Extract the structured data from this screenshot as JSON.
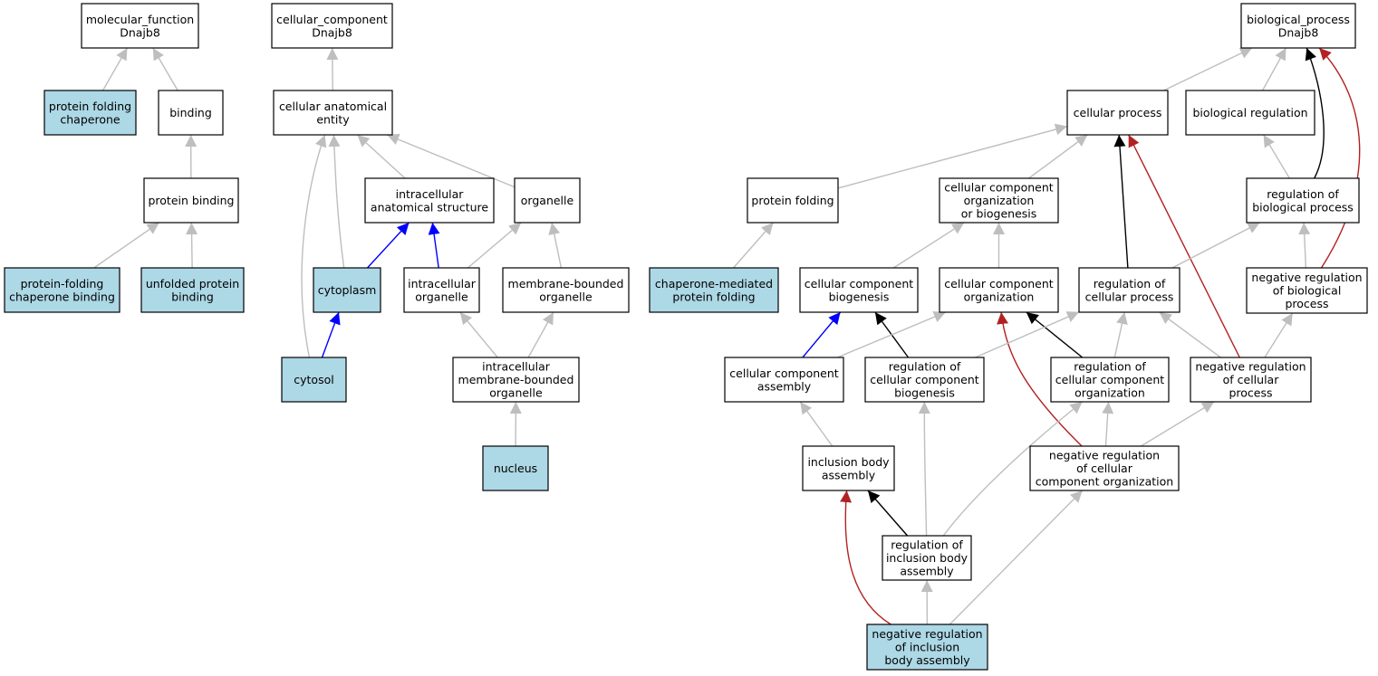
{
  "colors": {
    "annotated_fill": "#add8e6",
    "plain_fill": "#ffffff",
    "is_a_edge": "#bebebe",
    "part_of_edge": "#0000ff",
    "regulates_edge": "#000000",
    "negatively_regulates_edge": "#b22222"
  },
  "nodes": [
    {
      "id": "mf_root",
      "lines": [
        "molecular_function",
        "Dnajb8"
      ],
      "annotated": false
    },
    {
      "id": "cc_root",
      "lines": [
        "cellular_component",
        "Dnajb8"
      ],
      "annotated": false
    },
    {
      "id": "bp_root",
      "lines": [
        "biological_process",
        "Dnajb8"
      ],
      "annotated": false
    },
    {
      "id": "protein_folding_chaperone",
      "lines": [
        "protein folding",
        "chaperone"
      ],
      "annotated": true
    },
    {
      "id": "binding",
      "lines": [
        "binding"
      ],
      "annotated": false
    },
    {
      "id": "protein_binding",
      "lines": [
        "protein binding"
      ],
      "annotated": false
    },
    {
      "id": "protein_folding_chaperone_binding",
      "lines": [
        "protein-folding",
        "chaperone binding"
      ],
      "annotated": true
    },
    {
      "id": "unfolded_protein_binding",
      "lines": [
        "unfolded protein",
        "binding"
      ],
      "annotated": true
    },
    {
      "id": "cellular_anatomical_entity",
      "lines": [
        "cellular anatomical",
        "entity"
      ],
      "annotated": false
    },
    {
      "id": "intracellular_anatomical_structure",
      "lines": [
        "intracellular",
        "anatomical structure"
      ],
      "annotated": false
    },
    {
      "id": "organelle",
      "lines": [
        "organelle"
      ],
      "annotated": false
    },
    {
      "id": "cytoplasm",
      "lines": [
        "cytoplasm"
      ],
      "annotated": true
    },
    {
      "id": "intracellular_organelle",
      "lines": [
        "intracellular",
        "organelle"
      ],
      "annotated": false
    },
    {
      "id": "membrane_bounded_organelle",
      "lines": [
        "membrane-bounded",
        "organelle"
      ],
      "annotated": false
    },
    {
      "id": "cytosol",
      "lines": [
        "cytosol"
      ],
      "annotated": true
    },
    {
      "id": "intracellular_membrane_bounded_organelle",
      "lines": [
        "intracellular",
        "membrane-bounded",
        "organelle"
      ],
      "annotated": false
    },
    {
      "id": "nucleus",
      "lines": [
        "nucleus"
      ],
      "annotated": true
    },
    {
      "id": "cellular_process",
      "lines": [
        "cellular process"
      ],
      "annotated": false
    },
    {
      "id": "biological_regulation",
      "lines": [
        "biological regulation"
      ],
      "annotated": false
    },
    {
      "id": "protein_folding",
      "lines": [
        "protein folding"
      ],
      "annotated": false
    },
    {
      "id": "cc_org_or_biogenesis",
      "lines": [
        "cellular component",
        "organization",
        "or biogenesis"
      ],
      "annotated": false
    },
    {
      "id": "regulation_of_biological_process",
      "lines": [
        "regulation of",
        "biological process"
      ],
      "annotated": false
    },
    {
      "id": "chaperone_mediated_protein_folding",
      "lines": [
        "chaperone-mediated",
        "protein folding"
      ],
      "annotated": true
    },
    {
      "id": "cc_biogenesis",
      "lines": [
        "cellular component",
        "biogenesis"
      ],
      "annotated": false
    },
    {
      "id": "cc_organization",
      "lines": [
        "cellular component",
        "organization"
      ],
      "annotated": false
    },
    {
      "id": "regulation_of_cellular_process",
      "lines": [
        "regulation of",
        "cellular process"
      ],
      "annotated": false
    },
    {
      "id": "neg_reg_biological_process",
      "lines": [
        "negative regulation",
        "of biological",
        "process"
      ],
      "annotated": false
    },
    {
      "id": "cc_assembly",
      "lines": [
        "cellular component",
        "assembly"
      ],
      "annotated": false
    },
    {
      "id": "reg_cc_biogenesis",
      "lines": [
        "regulation of",
        "cellular component",
        "biogenesis"
      ],
      "annotated": false
    },
    {
      "id": "reg_cc_organization",
      "lines": [
        "regulation of",
        "cellular component",
        "organization"
      ],
      "annotated": false
    },
    {
      "id": "neg_reg_cellular_process",
      "lines": [
        "negative regulation",
        "of cellular",
        "process"
      ],
      "annotated": false
    },
    {
      "id": "inclusion_body_assembly",
      "lines": [
        "inclusion body",
        "assembly"
      ],
      "annotated": false
    },
    {
      "id": "neg_reg_cc_organization",
      "lines": [
        "negative regulation",
        "of cellular",
        "component organization"
      ],
      "annotated": false
    },
    {
      "id": "reg_inclusion_body_assembly",
      "lines": [
        "regulation of",
        "inclusion body",
        "assembly"
      ],
      "annotated": false
    },
    {
      "id": "neg_reg_inclusion_body_assembly",
      "lines": [
        "negative regulation",
        "of inclusion",
        "body assembly"
      ],
      "annotated": true
    }
  ],
  "edges": [
    {
      "from": "protein_folding_chaperone",
      "to": "mf_root",
      "type": "is_a"
    },
    {
      "from": "binding",
      "to": "mf_root",
      "type": "is_a"
    },
    {
      "from": "protein_binding",
      "to": "binding",
      "type": "is_a"
    },
    {
      "from": "protein_folding_chaperone_binding",
      "to": "protein_binding",
      "type": "is_a"
    },
    {
      "from": "unfolded_protein_binding",
      "to": "protein_binding",
      "type": "is_a"
    },
    {
      "from": "cellular_anatomical_entity",
      "to": "cc_root",
      "type": "is_a"
    },
    {
      "from": "intracellular_anatomical_structure",
      "to": "cellular_anatomical_entity",
      "type": "is_a"
    },
    {
      "from": "organelle",
      "to": "cellular_anatomical_entity",
      "type": "is_a"
    },
    {
      "from": "cytoplasm",
      "to": "cellular_anatomical_entity",
      "type": "is_a"
    },
    {
      "from": "cytosol",
      "to": "cellular_anatomical_entity",
      "type": "is_a"
    },
    {
      "from": "cytoplasm",
      "to": "intracellular_anatomical_structure",
      "type": "part_of"
    },
    {
      "from": "intracellular_organelle",
      "to": "intracellular_anatomical_structure",
      "type": "part_of"
    },
    {
      "from": "intracellular_organelle",
      "to": "organelle",
      "type": "is_a"
    },
    {
      "from": "membrane_bounded_organelle",
      "to": "organelle",
      "type": "is_a"
    },
    {
      "from": "cytosol",
      "to": "cytoplasm",
      "type": "part_of"
    },
    {
      "from": "intracellular_membrane_bounded_organelle",
      "to": "intracellular_organelle",
      "type": "is_a"
    },
    {
      "from": "intracellular_membrane_bounded_organelle",
      "to": "membrane_bounded_organelle",
      "type": "is_a"
    },
    {
      "from": "nucleus",
      "to": "intracellular_membrane_bounded_organelle",
      "type": "is_a"
    },
    {
      "from": "cellular_process",
      "to": "bp_root",
      "type": "is_a"
    },
    {
      "from": "biological_regulation",
      "to": "bp_root",
      "type": "is_a"
    },
    {
      "from": "regulation_of_biological_process",
      "to": "bp_root",
      "type": "regulates"
    },
    {
      "from": "neg_reg_biological_process",
      "to": "bp_root",
      "type": "negatively_regulates"
    },
    {
      "from": "protein_folding",
      "to": "cellular_process",
      "type": "is_a"
    },
    {
      "from": "cc_org_or_biogenesis",
      "to": "cellular_process",
      "type": "is_a"
    },
    {
      "from": "regulation_of_cellular_process",
      "to": "cellular_process",
      "type": "regulates"
    },
    {
      "from": "neg_reg_cellular_process",
      "to": "cellular_process",
      "type": "negatively_regulates"
    },
    {
      "from": "regulation_of_biological_process",
      "to": "biological_regulation",
      "type": "is_a"
    },
    {
      "from": "chaperone_mediated_protein_folding",
      "to": "protein_folding",
      "type": "is_a"
    },
    {
      "from": "cc_biogenesis",
      "to": "cc_org_or_biogenesis",
      "type": "is_a"
    },
    {
      "from": "cc_organization",
      "to": "cc_org_or_biogenesis",
      "type": "is_a"
    },
    {
      "from": "regulation_of_cellular_process",
      "to": "regulation_of_biological_process",
      "type": "is_a"
    },
    {
      "from": "neg_reg_biological_process",
      "to": "regulation_of_biological_process",
      "type": "is_a"
    },
    {
      "from": "cc_assembly",
      "to": "cc_biogenesis",
      "type": "part_of"
    },
    {
      "from": "reg_cc_biogenesis",
      "to": "cc_biogenesis",
      "type": "regulates"
    },
    {
      "from": "cc_assembly",
      "to": "cc_organization",
      "type": "is_a"
    },
    {
      "from": "reg_cc_organization",
      "to": "cc_organization",
      "type": "regulates"
    },
    {
      "from": "neg_reg_cc_organization",
      "to": "cc_organization",
      "type": "negatively_regulates"
    },
    {
      "from": "reg_cc_biogenesis",
      "to": "regulation_of_cellular_process",
      "type": "is_a"
    },
    {
      "from": "reg_cc_organization",
      "to": "regulation_of_cellular_process",
      "type": "is_a"
    },
    {
      "from": "neg_reg_cellular_process",
      "to": "regulation_of_cellular_process",
      "type": "is_a"
    },
    {
      "from": "neg_reg_cellular_process",
      "to": "neg_reg_biological_process",
      "type": "is_a"
    },
    {
      "from": "inclusion_body_assembly",
      "to": "cc_assembly",
      "type": "is_a"
    },
    {
      "from": "reg_inclusion_body_assembly",
      "to": "reg_cc_biogenesis",
      "type": "is_a"
    },
    {
      "from": "reg_inclusion_body_assembly",
      "to": "reg_cc_organization",
      "type": "is_a"
    },
    {
      "from": "neg_reg_cc_organization",
      "to": "reg_cc_organization",
      "type": "is_a"
    },
    {
      "from": "neg_reg_cc_organization",
      "to": "neg_reg_cellular_process",
      "type": "is_a"
    },
    {
      "from": "reg_inclusion_body_assembly",
      "to": "inclusion_body_assembly",
      "type": "regulates"
    },
    {
      "from": "neg_reg_inclusion_body_assembly",
      "to": "inclusion_body_assembly",
      "type": "negatively_regulates"
    },
    {
      "from": "neg_reg_inclusion_body_assembly",
      "to": "reg_inclusion_body_assembly",
      "type": "is_a"
    },
    {
      "from": "neg_reg_inclusion_body_assembly",
      "to": "neg_reg_cc_organization",
      "type": "is_a"
    }
  ]
}
